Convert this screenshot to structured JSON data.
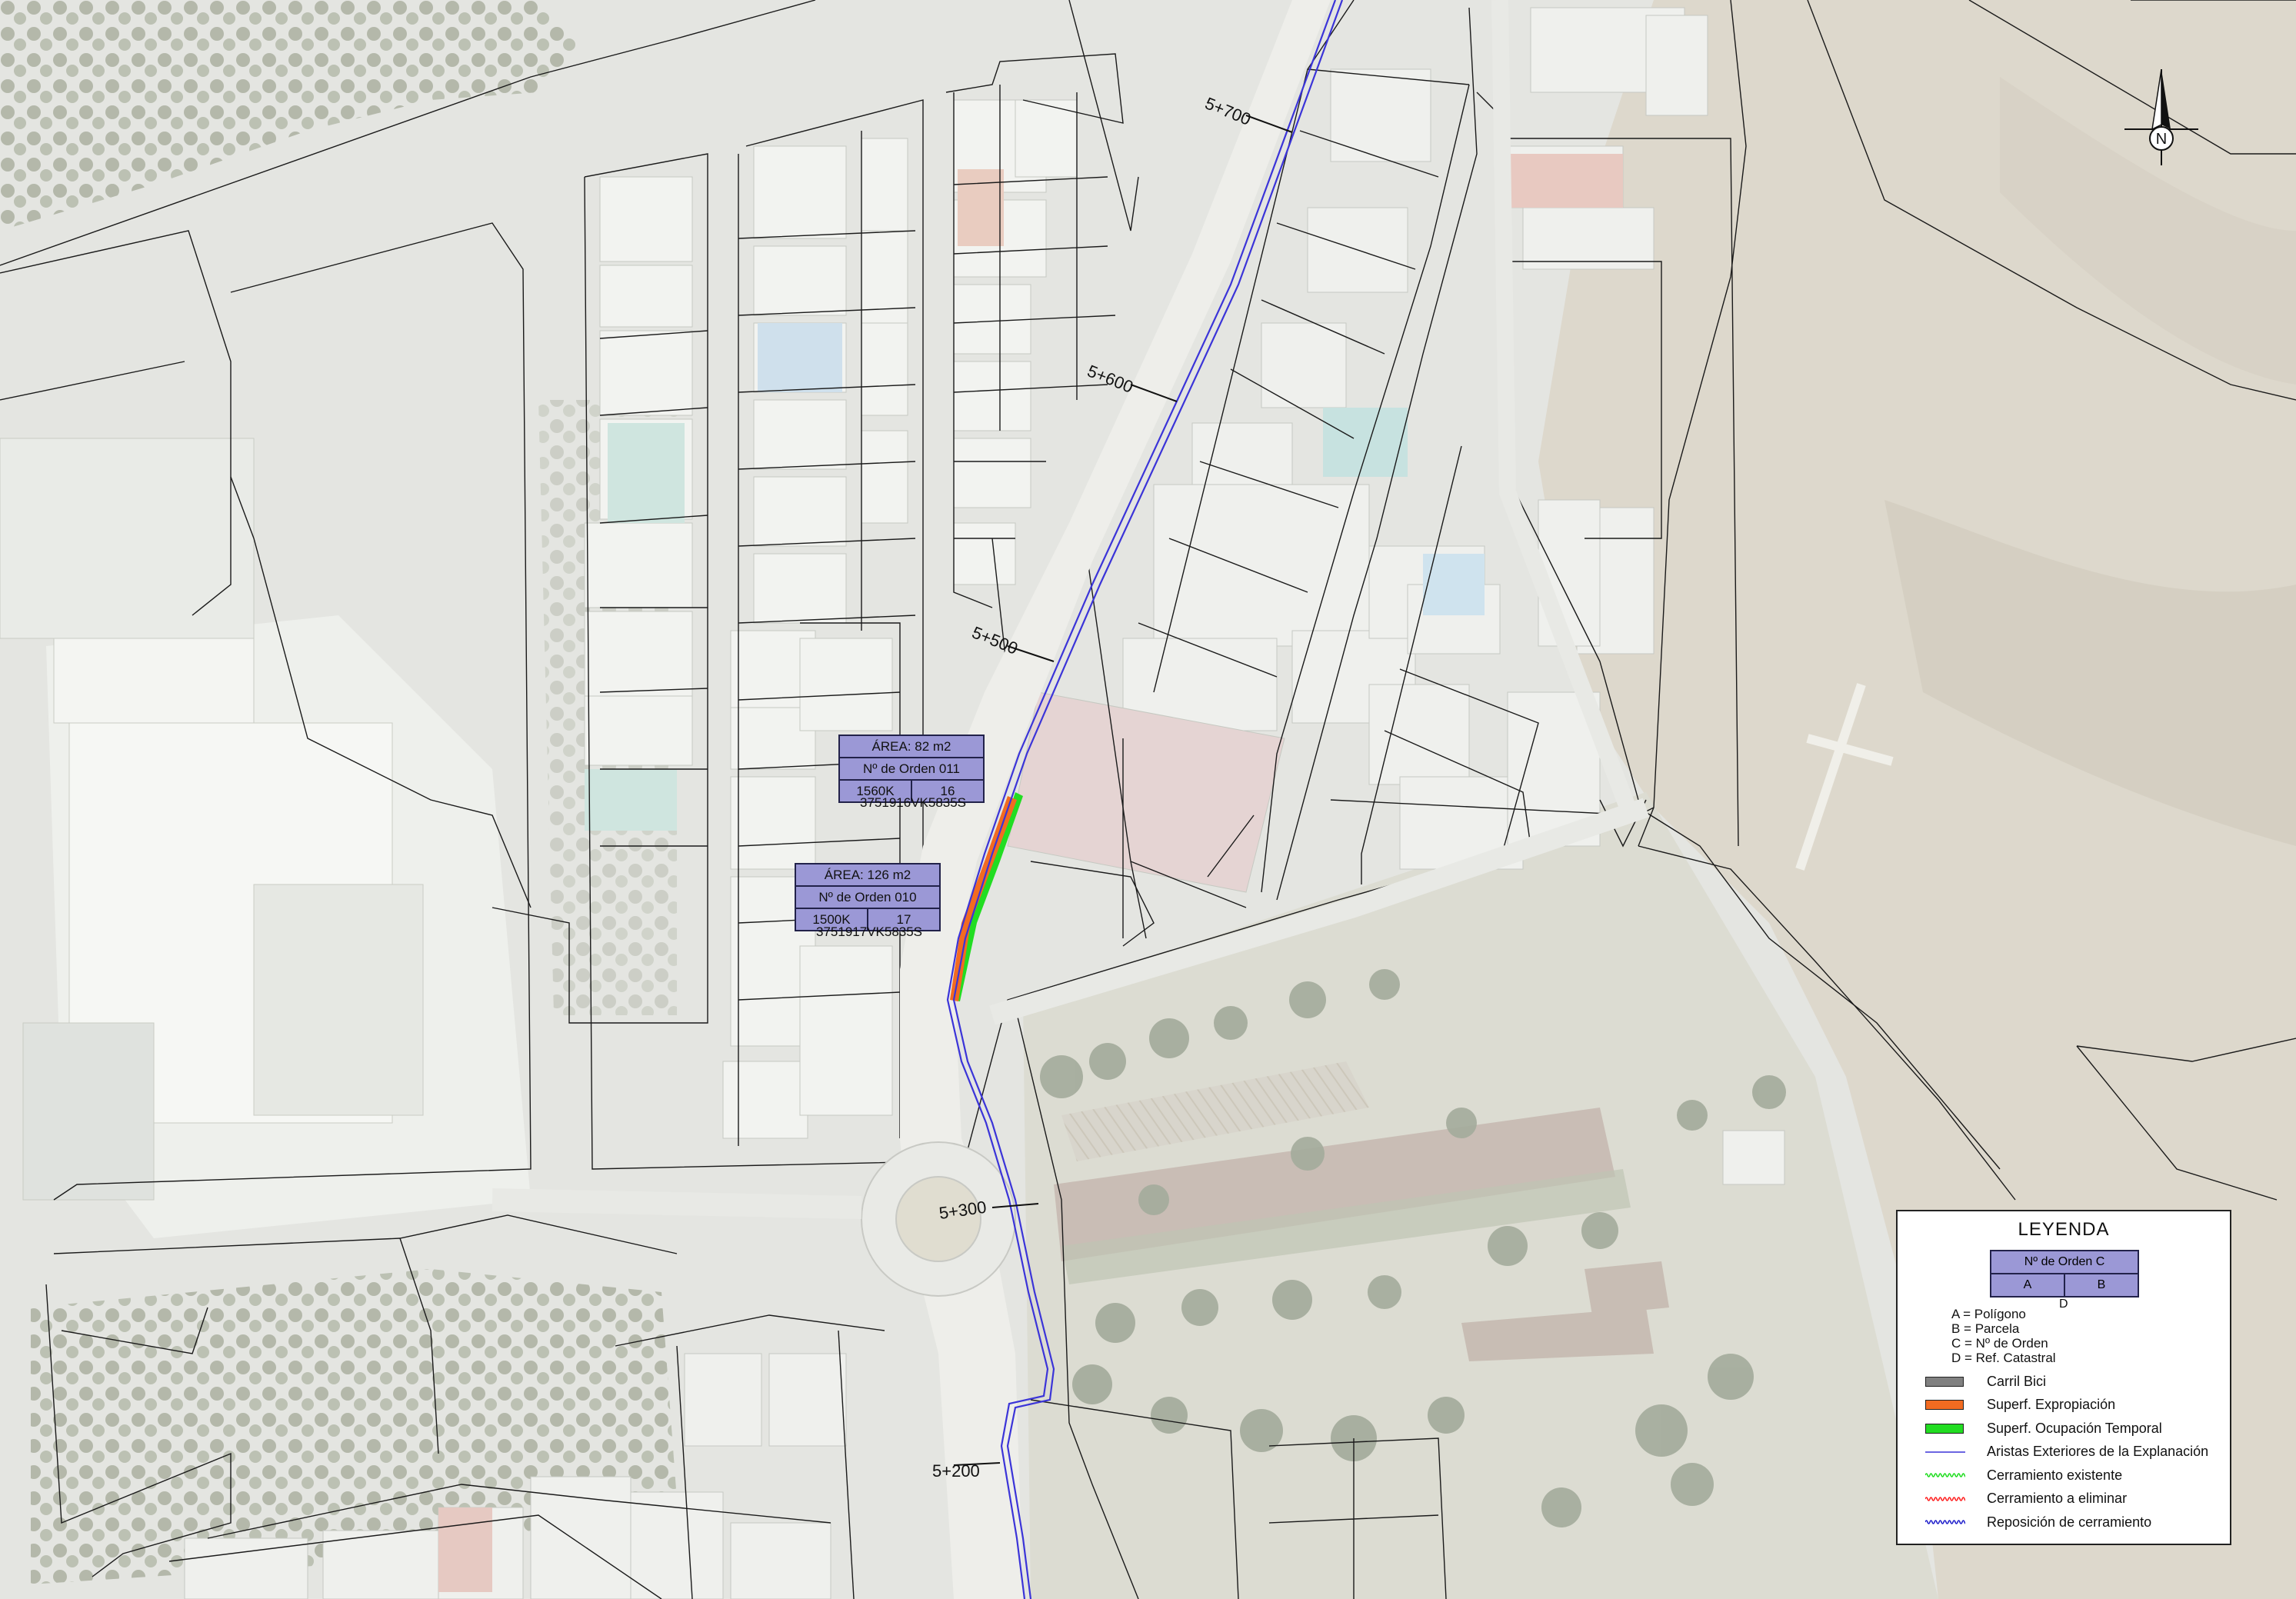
{
  "map": {
    "pk_labels": [
      {
        "text": "5+700"
      },
      {
        "text": "5+600"
      },
      {
        "text": "5+500"
      },
      {
        "text": "5+300"
      },
      {
        "text": "5+200"
      }
    ],
    "north_label": "N",
    "parcels": [
      {
        "area": "ÁREA: 82 m2",
        "orden": "Nº de Orden 011",
        "poligono": "1560K",
        "parcela": "16",
        "ref": "3751916VK5835S"
      },
      {
        "area": "ÁREA: 126 m2",
        "orden": "Nº de Orden 010",
        "poligono": "1500K",
        "parcela": "17",
        "ref": "3751917VK5835S"
      }
    ],
    "colors": {
      "parcel_fill": "#9b98d6",
      "axis_line": "#3b34d8",
      "expropiacion": "#f26b21",
      "ocupacion": "#22dd22"
    }
  },
  "legend": {
    "title": "LEYENDA",
    "sample": {
      "top": "Nº de Orden C",
      "left": "A",
      "right": "B",
      "bottom": "D"
    },
    "keys": [
      "A = Polígono",
      "B = Parcela",
      "C = Nº de Orden",
      "D = Ref. Catastral"
    ],
    "items": [
      {
        "label": "Carril Bici",
        "swatch": "box",
        "color": "#808080"
      },
      {
        "label": "Superf. Expropiación",
        "swatch": "box",
        "color": "#f26b21"
      },
      {
        "label": "Superf. Ocupación Temporal",
        "swatch": "box",
        "color": "#22dd22"
      },
      {
        "label": "Aristas Exteriores de la Explanación",
        "swatch": "line",
        "color": "#3b34d8"
      },
      {
        "label": "Cerramiento existente",
        "swatch": "wave",
        "color": "#22dd22"
      },
      {
        "label": "Cerramiento a eliminar",
        "swatch": "wave",
        "color": "#ff2222"
      },
      {
        "label": "Reposición de cerramiento",
        "swatch": "wave",
        "color": "#2222cc"
      }
    ]
  }
}
